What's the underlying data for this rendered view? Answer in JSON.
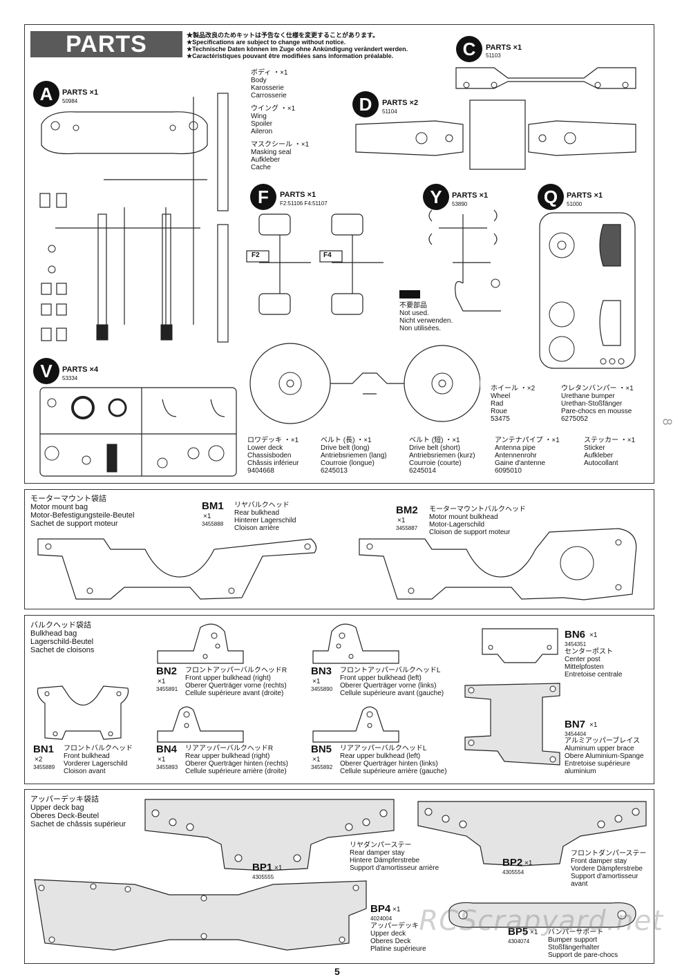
{
  "header": {
    "title": "PARTS",
    "notes": [
      "★製品改良のためキットは予告なく仕様を変更することがあります。",
      "★Specifications are subject to change without notice.",
      "★Technische Daten können im Zuge ohne Ankündigung verändert werden.",
      "★Caractéristiques pouvant être modifiées sans information préalable."
    ]
  },
  "parts": {
    "A": {
      "letter": "A",
      "label": "PARTS ×1",
      "number": "50984"
    },
    "C": {
      "letter": "C",
      "label": "PARTS ×1",
      "number": "51103"
    },
    "D": {
      "letter": "D",
      "label": "PARTS ×2",
      "number": "51104"
    },
    "F": {
      "letter": "F",
      "label": "PARTS ×1",
      "number": "F2:51106  F4:51107",
      "tag_f2": "F2",
      "tag_f4": "F4"
    },
    "Y": {
      "letter": "Y",
      "label": "PARTS ×1",
      "number": "53890"
    },
    "Q": {
      "letter": "Q",
      "label": "PARTS ×1",
      "number": "51000"
    },
    "V": {
      "letter": "V",
      "label": "PARTS ×4",
      "number": "53334"
    }
  },
  "body_list": {
    "body": [
      "ボディ ・×1",
      "Body",
      "Karosserie",
      "Carrosserie"
    ],
    "wing": [
      "ウイング ・×1",
      "Wing",
      "Spoiler",
      "Aileron"
    ],
    "mask": [
      "マスクシール ・×1",
      "Masking seal",
      "Aufkleber",
      "Cache"
    ]
  },
  "not_used": [
    "不要部品",
    "Not used.",
    "Nicht verwenden.",
    "Non utilisées."
  ],
  "misc_items": {
    "wheel": [
      "ホイール ・×2",
      "Wheel",
      "Rad",
      "Roue",
      "53475"
    ],
    "bumper": [
      "ウレタンバンパー ・×1",
      "Urethane bumper",
      "Urethan-Stoßfänger",
      "Pare-chocs en mousse",
      "6275052"
    ],
    "lower_deck": [
      "ロワデッキ ・×1",
      "Lower deck",
      "Chassisboden",
      "Châssis inférieur",
      "9404668"
    ],
    "belt_long": [
      "ベルト (長) ・×1",
      "Drive belt (long)",
      "Antriebsriemen (lang)",
      "Courroie (longue)",
      "6245013"
    ],
    "belt_short": [
      "ベルト (短) ・×1",
      "Drive belt (short)",
      "Antriebsriemen (kurz)",
      "Courroie (courte)",
      "6245014"
    ],
    "antenna": [
      "アンテナパイプ ・×1",
      "Antenna pipe",
      "Antennenrohr",
      "Gaine d'antenne",
      "6095010"
    ],
    "sticker": [
      "ステッカー ・×1",
      "Sticker",
      "Aufkleber",
      "Autocollant"
    ]
  },
  "motor_bag": {
    "title": [
      "モーターマウント袋詰",
      "Motor mount bag",
      "Motor-Befestigungsteile-Beutel",
      "Sachet de support moteur"
    ],
    "bm1": {
      "code": "BM1",
      "qty": "×1",
      "number": "3455888",
      "names": [
        "リヤバルクヘッド",
        "Rear bulkhead",
        "Hinterer Lagerschild",
        "Cloison arrière"
      ]
    },
    "bm2": {
      "code": "BM2",
      "qty": "×1",
      "number": "3455887",
      "names": [
        "モーターマウントバルクヘッド",
        "Motor mount bulkhead",
        "Motor-Lagerschild",
        "Cloison de support moteur"
      ]
    }
  },
  "bulkhead_bag": {
    "title": [
      "バルクヘッド袋詰",
      "Bulkhead bag",
      "Lagerschild-Beutel",
      "Sachet de cloisons"
    ],
    "bn1": {
      "code": "BN1",
      "qty": "×2",
      "number": "3455889",
      "names": [
        "フロントバルクヘッド",
        "Front bulkhead",
        "Vorderer Lagerschild",
        "Cloison avant"
      ]
    },
    "bn2": {
      "code": "BN2",
      "qty": "×1",
      "number": "3455891",
      "names": [
        "フロントアッパーバルクヘッドR",
        "Front upper bulkhead (right)",
        "Oberer Querträger vorne (rechts)",
        "Cellule supérieure avant (droite)"
      ]
    },
    "bn3": {
      "code": "BN3",
      "qty": "×1",
      "number": "3455890",
      "names": [
        "フロントアッパーバルクヘッドL",
        "Front upper bulkhead (left)",
        "Oberer Querträger vorne (links)",
        "Cellule supérieure avant (gauche)"
      ]
    },
    "bn4": {
      "code": "BN4",
      "qty": "×1",
      "number": "3455893",
      "names": [
        "リアアッパーバルクヘッドR",
        "Rear upper bulkhead (right)",
        "Oberer Querträger hinten (rechts)",
        "Cellule supérieure arrière (droite)"
      ]
    },
    "bn5": {
      "code": "BN5",
      "qty": "×1",
      "number": "3455892",
      "names": [
        "リアアッパーバルクヘッドL",
        "Rear upper bulkhead (left)",
        "Oberer Querträger hinten (links)",
        "Cellule supérieure arrière (gauche)"
      ]
    },
    "bn6": {
      "code": "BN6",
      "qty": "×1",
      "number": "3454351",
      "names": [
        "センターポスト",
        "Center post",
        "Mittelpfosten",
        "Entretoise centrale"
      ]
    },
    "bn7": {
      "code": "BN7",
      "qty": "×1",
      "number": "3454404",
      "names": [
        "アルミアッパーブレイス",
        "Aluminum upper brace",
        "Obere Aluminium-Spange",
        "Entretoise supérieure",
        "aluminium"
      ]
    }
  },
  "upper_deck_bag": {
    "title": [
      "アッパーデッキ袋詰",
      "Upper deck bag",
      "Oberes Deck-Beutel",
      "Sachet de châssis supérieur"
    ],
    "bp1": {
      "code": "BP1",
      "qty": "×1",
      "number": "4305555",
      "names": [
        "リヤダンパーステー",
        "Rear damper stay",
        "Hintere Dämpferstrebe",
        "Support d'amortisseur arrière"
      ]
    },
    "bp2": {
      "code": "BP2",
      "qty": "×1",
      "number": "4305554",
      "names": [
        "フロントダンパーステー",
        "Front damper stay",
        "Vordere Dämpferstrebe",
        "Support d'amortisseur",
        "avant"
      ]
    },
    "bp4": {
      "code": "BP4",
      "qty": "×1",
      "number": "4024004",
      "names": [
        "アッパーデッキ",
        "Upper deck",
        "Oberes Deck",
        "Platine supérieure"
      ]
    },
    "bp5": {
      "code": "BP5",
      "qty": "×1",
      "number": "4304074",
      "names": [
        "バンパーサポート",
        "Bumper support",
        "Stoßfängerhalter",
        "Support de pare-chocs"
      ]
    }
  },
  "page_number": "5",
  "watermark": "RCScrapyard.net",
  "side_mark": "8"
}
